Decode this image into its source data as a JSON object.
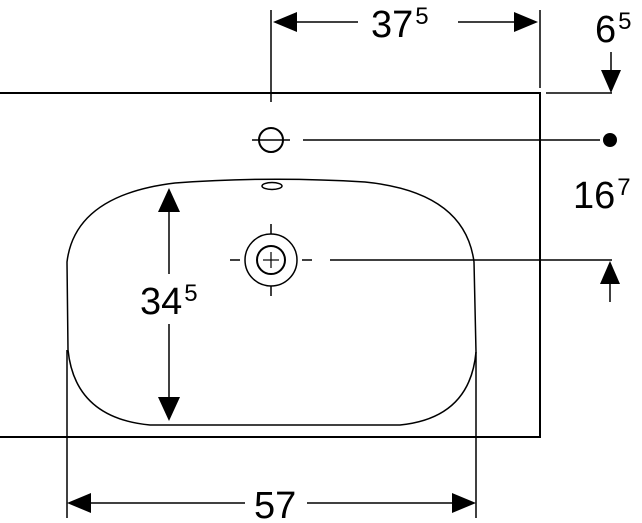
{
  "dimensions": {
    "top_width": {
      "main": "37",
      "sup": "5"
    },
    "right_top": {
      "main": "6",
      "sup": "5"
    },
    "right_middle": {
      "main": "16",
      "sup": "7"
    },
    "bowl_depth": {
      "main": "34",
      "sup": "5"
    },
    "bottom_width": {
      "main": "57"
    }
  },
  "colors": {
    "line": "#000000",
    "background": "#ffffff"
  }
}
